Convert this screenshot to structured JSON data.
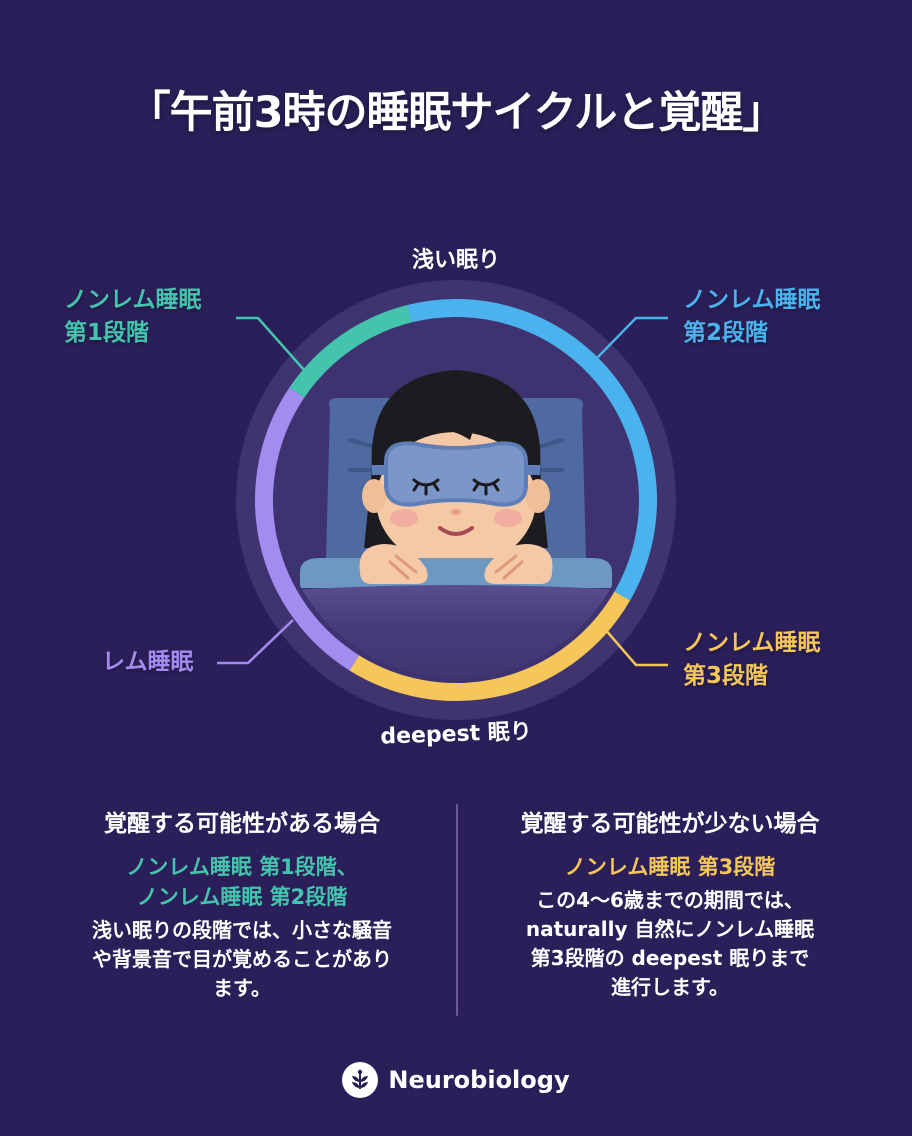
{
  "title": "「午前3時の睡眠サイクルと覚醒」",
  "diagram": {
    "top_label": "浅い眠り",
    "bottom_label": "deepest 眠り",
    "segments": [
      {
        "id": "nrem1",
        "line1": "ノンレム睡眠",
        "line2": "第1段階",
        "color": "#45c4ad"
      },
      {
        "id": "nrem2",
        "line1": "ノンレム睡眠",
        "line2": "第2段階",
        "color": "#4ab3ee"
      },
      {
        "id": "nrem3",
        "line1": "ノンレム睡眠",
        "line2": "第3段階",
        "color": "#f5c75a"
      },
      {
        "id": "rem",
        "line1": "レム睡眠",
        "color": "#a18cf0"
      }
    ],
    "illustration": "sleeping-child-with-eye-mask-icon"
  },
  "columns": {
    "left": {
      "heading": "覚醒する可能性がある場合",
      "stage_line1": "ノンレム睡眠 第1段階、",
      "stage_line2": "ノンレム睡眠 第2段階",
      "body": [
        "浅い眠りの段階では、小さな騒音",
        "や背景音で目が覚めることがあり",
        "ます。"
      ]
    },
    "right": {
      "heading": "覚醒する可能性が少ない場合",
      "stage_line1": "ノンレム睡眠 第3段階",
      "body": [
        "この4〜6歳までの期間では、",
        "naturally 自然にノンレム睡眠",
        "第3段階の deepest 眠りまで",
        "進行します。"
      ]
    }
  },
  "footer": {
    "logo_icon": "sprout-leaf-icon",
    "brand": "Neurobiology"
  },
  "colors": {
    "background": "#2b1f59",
    "teal": "#45c4ad",
    "blue": "#4ab3ee",
    "yellow": "#f5c75a",
    "purple": "#a18cf0"
  }
}
